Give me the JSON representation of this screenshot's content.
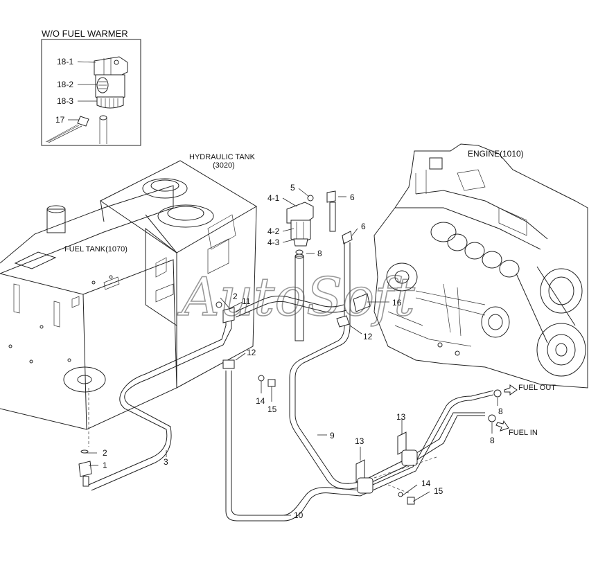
{
  "inset": {
    "title": "W/O FUEL WARMER",
    "labels": [
      "18-1",
      "18-2",
      "18-3",
      "17"
    ]
  },
  "components": {
    "hydraulic_tank": {
      "name": "HYDRAULIC TANK",
      "code": "(3020)"
    },
    "engine": "ENGINE(1010)",
    "fuel_tank": "FUEL TANK(1070)"
  },
  "callouts": {
    "p4_1": "4-1",
    "p5": "5",
    "p6a": "6",
    "p6b": "6",
    "p4_2": "4-2",
    "p4_3": "4-3",
    "p8a": "8",
    "p11": "11",
    "p2a": "2",
    "p16": "16",
    "p12a": "12",
    "p12b": "12",
    "p14a": "14",
    "p15a": "15",
    "p9": "9",
    "p13a": "13",
    "p13b": "13",
    "p14b": "14",
    "p15b": "15",
    "p10": "10",
    "p2b": "2",
    "p1": "1",
    "p3": "3",
    "p8b": "8",
    "p8c": "8"
  },
  "flow": {
    "out": "FUEL OUT",
    "in": "FUEL IN"
  },
  "watermark": "AutoSoft"
}
